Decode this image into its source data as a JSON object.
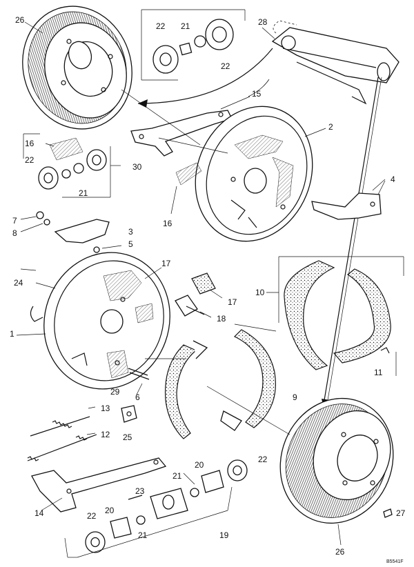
{
  "diagram": {
    "drawing_code": "B5541F",
    "labels": {
      "l26a": "26",
      "l22a": "22",
      "l21a": "21",
      "l22b": "22",
      "l28": "28",
      "l15": "15",
      "l2": "2",
      "l16a": "16",
      "l22c": "22",
      "l30": "30",
      "l21b": "21",
      "l16b": "16",
      "l4": "4",
      "l7": "7",
      "l8": "8",
      "l3": "3",
      "l5": "5",
      "l24": "24",
      "l17a": "17",
      "l17b": "17",
      "l18": "18",
      "l10": "10",
      "l1": "1",
      "l29": "29",
      "l6": "6",
      "l13": "13",
      "l9": "9",
      "l12": "12",
      "l25": "25",
      "l11": "11",
      "l20a": "20",
      "l22d": "22",
      "l21c": "21",
      "l23": "23",
      "l14": "14",
      "l22e": "22",
      "l20b": "20",
      "l21d": "21",
      "l19": "19",
      "l27": "27",
      "l26b": "26"
    }
  }
}
